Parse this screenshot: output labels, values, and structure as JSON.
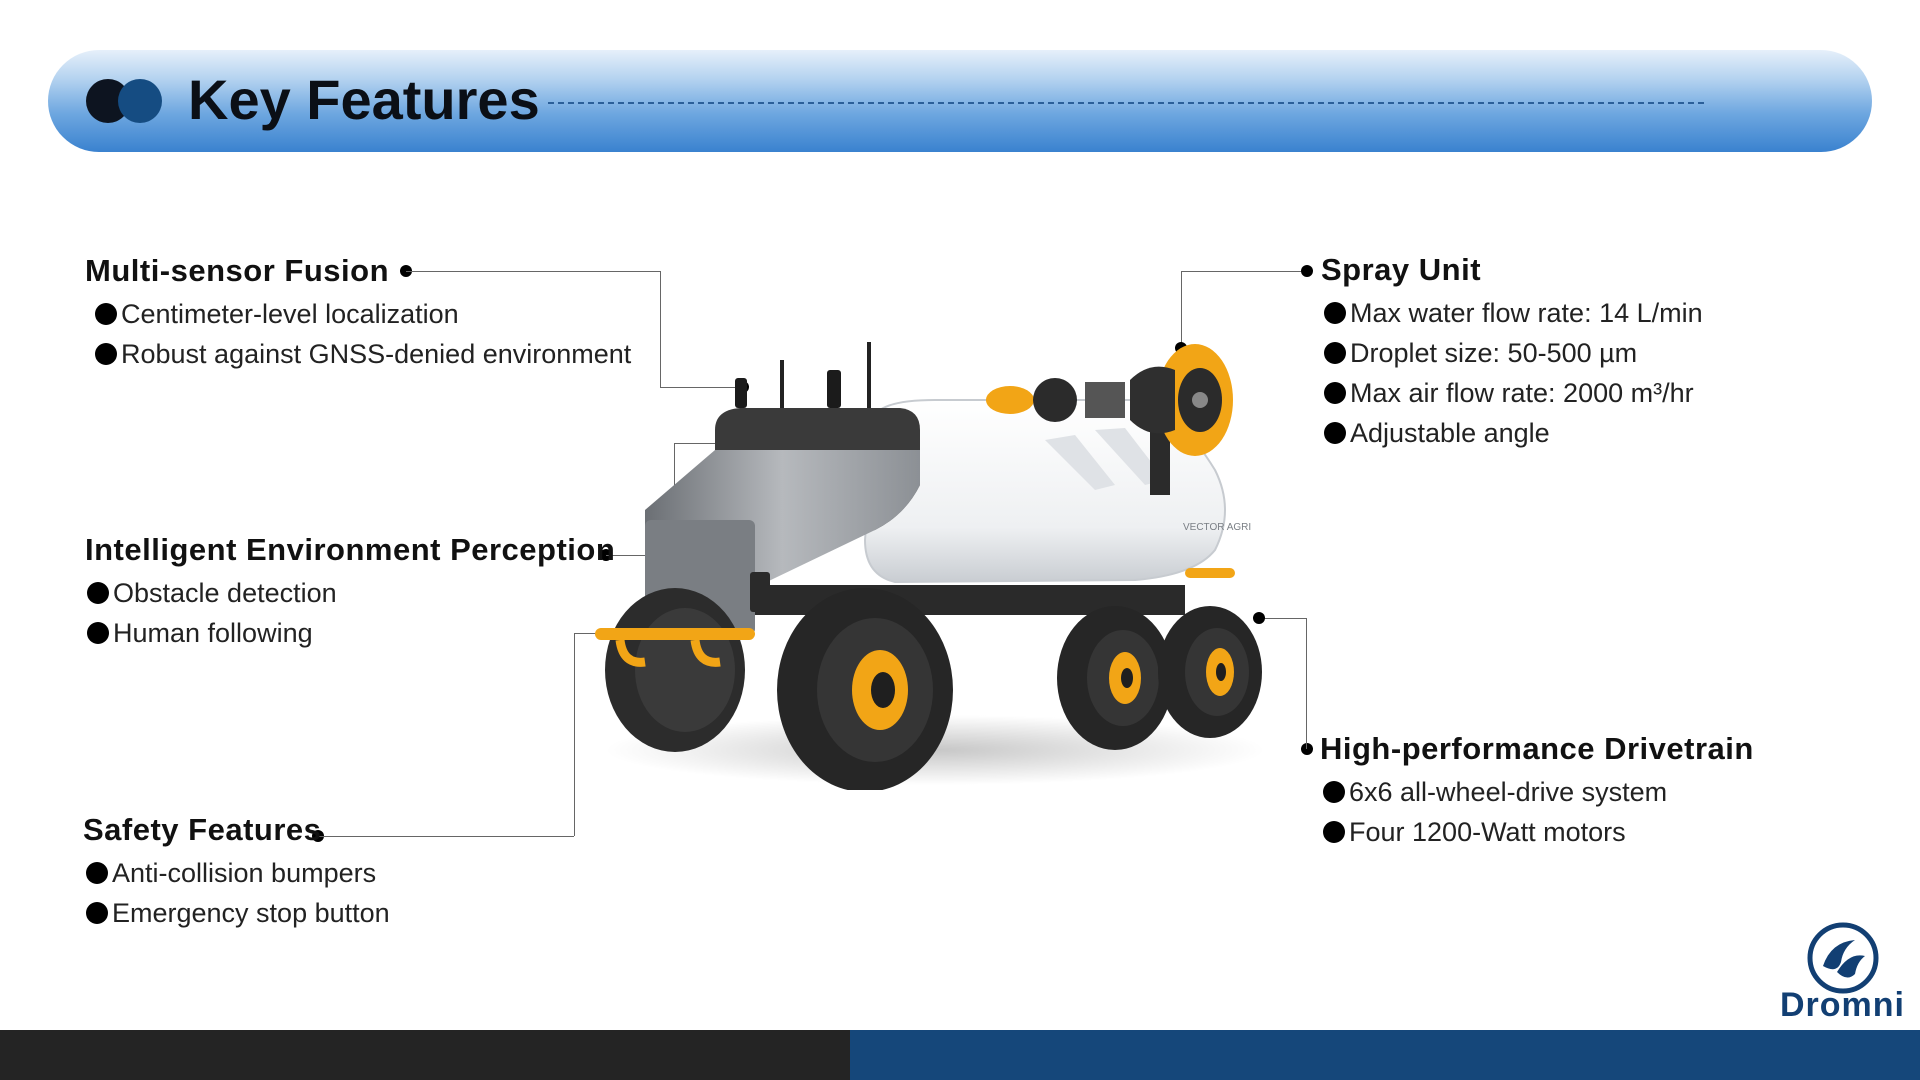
{
  "header": {
    "title": "Key Features"
  },
  "features": {
    "multi_sensor": {
      "title": "Multi-sensor Fusion",
      "items": [
        "Centimeter-level localization",
        "Robust against GNSS-denied environment"
      ]
    },
    "perception": {
      "title": "Intelligent Environment Perception",
      "items": [
        "Obstacle detection",
        "Human following"
      ]
    },
    "safety": {
      "title": "Safety Features",
      "items": [
        "Anti-collision bumpers",
        "Emergency stop button"
      ]
    },
    "spray": {
      "title": "Spray Unit",
      "items": [
        "Max water flow rate: 14 L/min",
        "Droplet size: 50-500 µm",
        "Max air flow rate:  2000 m³/hr",
        "Adjustable angle"
      ]
    },
    "drivetrain": {
      "title": "High-performance Drivetrain",
      "items": [
        "6x6 all-wheel-drive system",
        "Four 1200-Watt motors"
      ]
    }
  },
  "robot": {
    "tank_label": "VECTOR AGRI"
  },
  "logo": {
    "text": "Dromni"
  },
  "colors": {
    "banner_blue": "#3a82cf",
    "accent_orange": "#f2a516",
    "footer_dark": "#242424",
    "footer_blue": "#15477a",
    "logo_blue": "#123f73"
  }
}
